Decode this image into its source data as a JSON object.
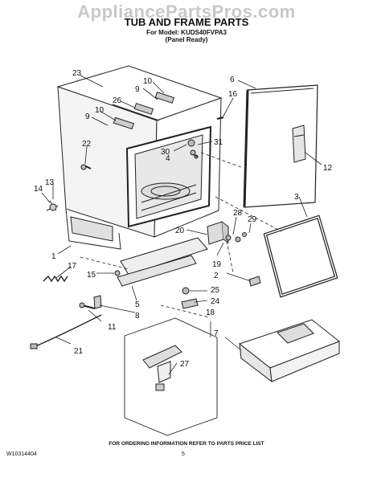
{
  "watermark": "AppliancePartsPros.com",
  "header": {
    "title": "TUB AND FRAME PARTS",
    "model_line": "For Model: KUDS40FVPA3",
    "panel_line": "(Panel Ready)"
  },
  "callouts": [
    "1",
    "2",
    "3",
    "4",
    "5",
    "6",
    "7",
    "8",
    "9",
    "9",
    "10",
    "10",
    "11",
    "12",
    "13",
    "14",
    "15",
    "16",
    "17",
    "18",
    "19",
    "20",
    "21",
    "22",
    "23",
    "24",
    "25",
    "26",
    "27",
    "28",
    "29",
    "30",
    "31"
  ],
  "footer": {
    "ordering_info": "FOR ORDERING INFORMATION REFER TO PARTS PRICE LIST",
    "document_id": "W10314404",
    "page_number": "5"
  }
}
